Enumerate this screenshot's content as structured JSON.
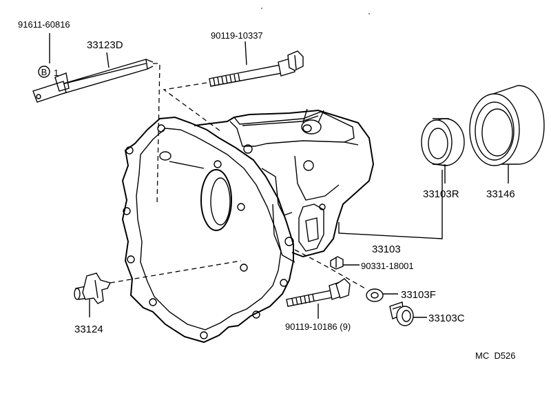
{
  "diagram": {
    "code": "MC  D526",
    "labels": {
      "p91611": "91611-60816",
      "p33123d": "33123D",
      "bmark": "B",
      "bnum": "1",
      "p90119_10337": "90119-10337",
      "p33103r": "33103R",
      "p33146": "33146",
      "p33103": "33103",
      "p90331": "90331-18001",
      "p33103f": "33103F",
      "p33103c": "33103C",
      "p90119_10186": "90119-10186 (9)",
      "p33124": "33124"
    }
  }
}
